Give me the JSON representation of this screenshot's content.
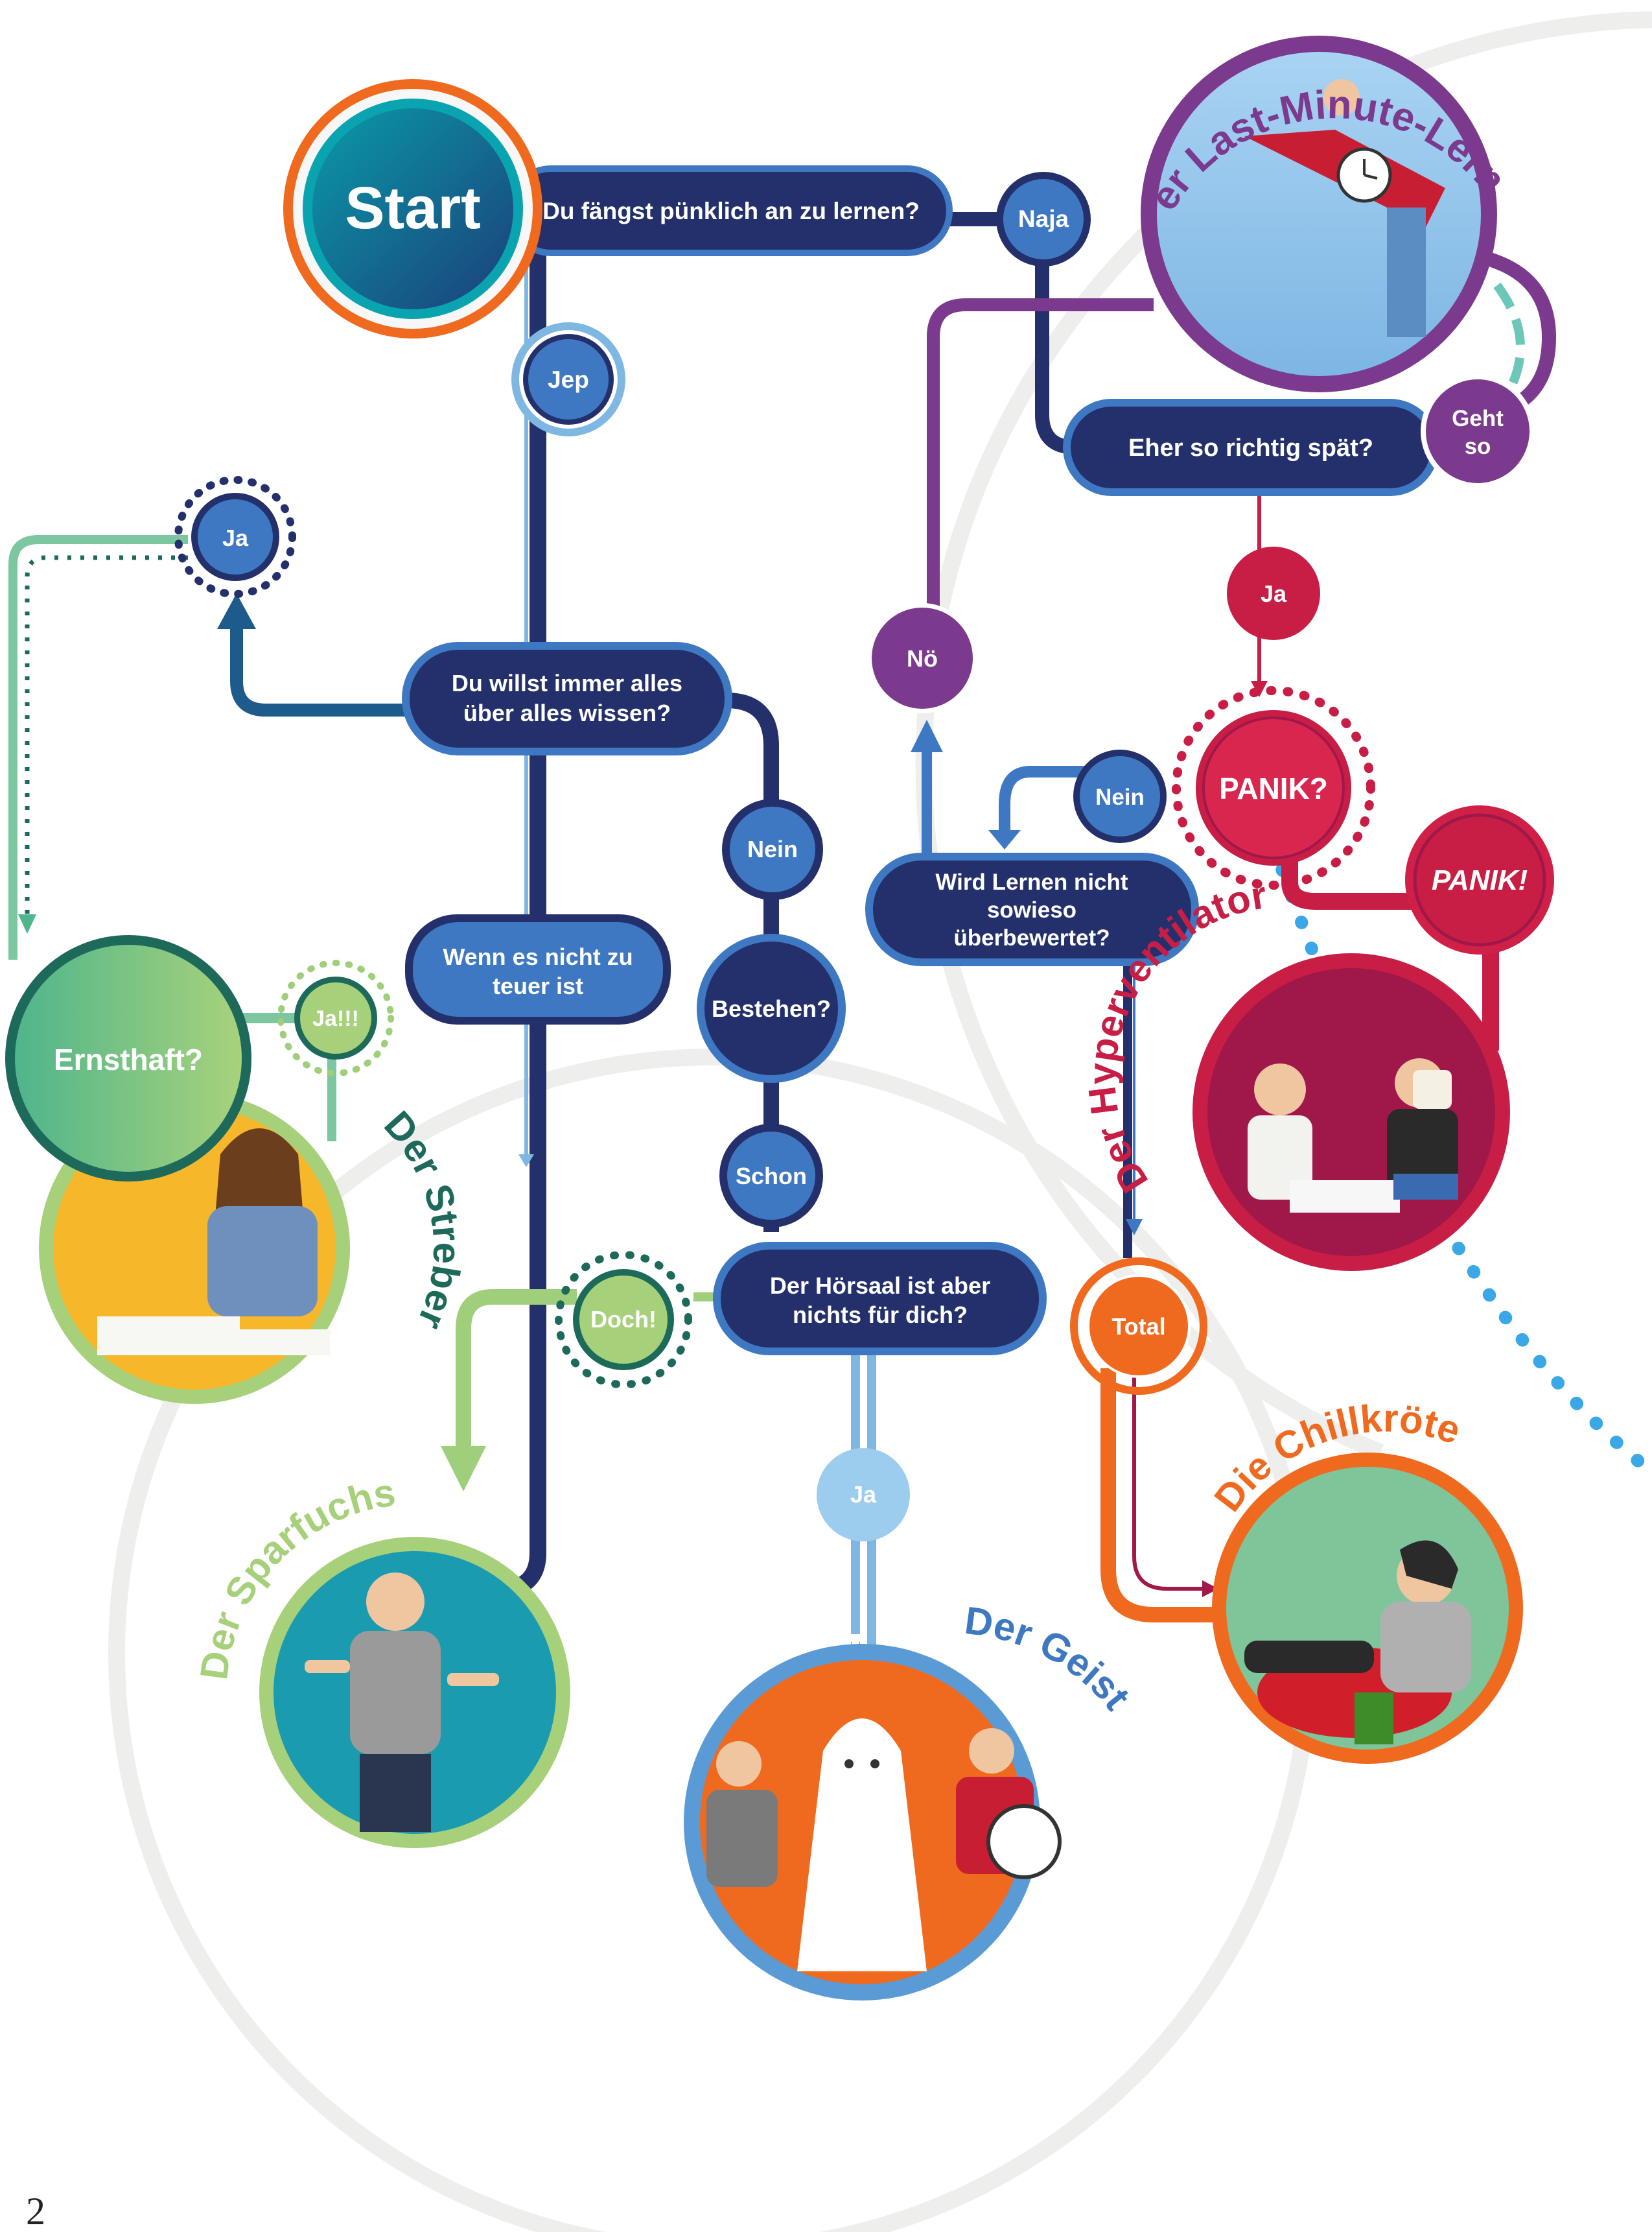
{
  "start": "Start",
  "page_number": "2",
  "questions": {
    "q1": "Du fängst pünklich an zu lernen?",
    "q2_line1": "Du willst immer alles",
    "q2_line2": "über alles wissen?",
    "q3_line1": "Wenn es nicht zu",
    "q3_line2": "teuer ist",
    "q4": "Bestehen?",
    "q5_line1": "Der Hörsaal ist aber",
    "q5_line2": "nichts für dich?",
    "q6": "Eher so richtig spät?",
    "q7": "PANIK?",
    "q8_line1": "Wird Lernen nicht",
    "q8_line2": "sowieso",
    "q8_line3": "überbewertet?",
    "q9": "Ernsthaft?"
  },
  "answers": {
    "jep": "Jep",
    "naja": "Naja",
    "ja_top": "Ja",
    "nein_mid": "Nein",
    "schon": "Schon",
    "doch": "Doch!",
    "ja_geist": "Ja",
    "geht_so_1": "Geht",
    "geht_so_2": "so",
    "ja_panik": "Ja",
    "noe": "Nö",
    "nein_right": "Nein",
    "panik_excl": "PANIK!",
    "total": "Total",
    "ja_streber": "Ja!!!"
  },
  "results": {
    "last_minute": "Der Last-Minute-Lerner",
    "hyperventilator": "Der Hyperventilator",
    "streber": "Der Streber",
    "sparfuchs": "Der Sparfuchs",
    "geist": "Der Geist",
    "chillkroete": "Die Chillkröte"
  },
  "colors": {
    "navy": "#24306b",
    "mid_blue": "#3f78c2",
    "light_blue": "#7fb7e3",
    "purple": "#7b3a8e",
    "crimson": "#c81e45",
    "orange": "#ef6a1f",
    "green_light": "#a7d07a",
    "teal": "#00888e",
    "yellow": "#f7b72b"
  }
}
